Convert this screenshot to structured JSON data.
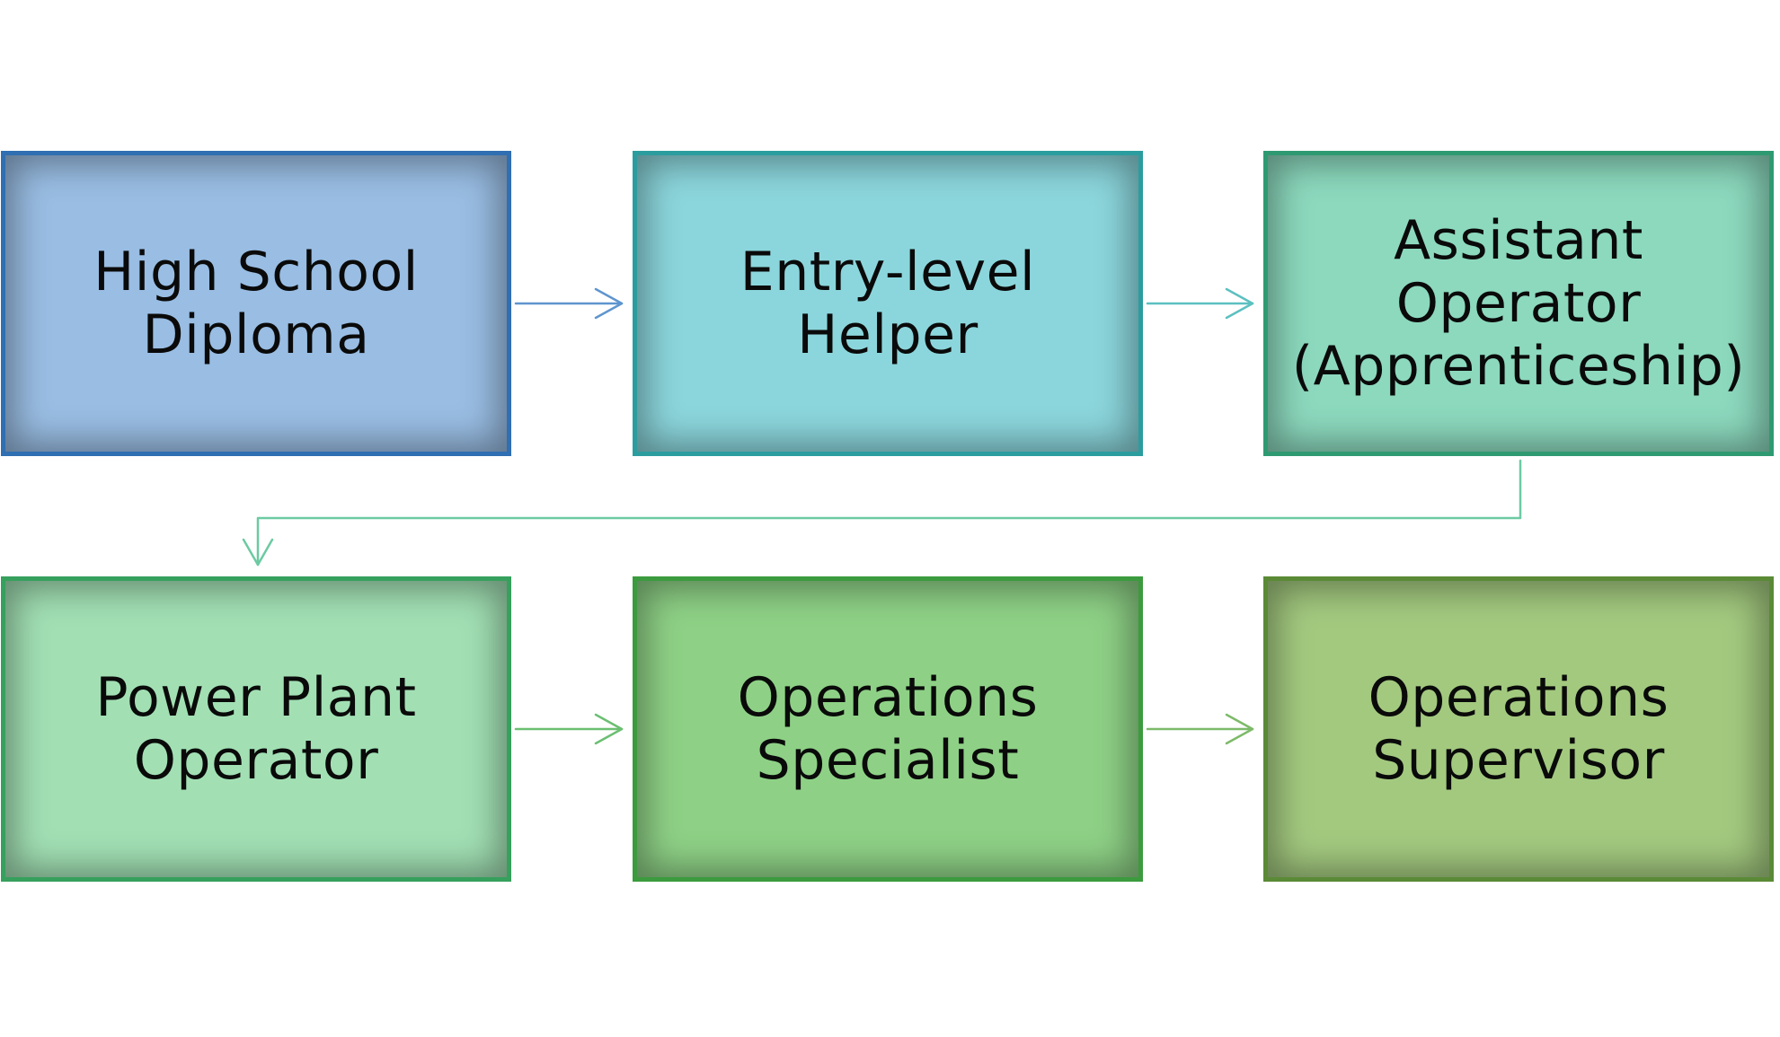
{
  "diagram": {
    "nodes": [
      {
        "id": "n1",
        "label": "High School\nDiploma",
        "fill": "#99bde3",
        "border": "#2f6fb2"
      },
      {
        "id": "n2",
        "label": "Entry-level\nHelper",
        "fill": "#8bd6dc",
        "border": "#2b9d9f"
      },
      {
        "id": "n3",
        "label": "Assistant\nOperator\n(Apprenticeship)",
        "fill": "#8cd9be",
        "border": "#2f9a72"
      },
      {
        "id": "n4",
        "label": "Power Plant\nOperator",
        "fill": "#a2e0b4",
        "border": "#36a05d"
      },
      {
        "id": "n5",
        "label": "Operations\nSpecialist",
        "fill": "#8ed186",
        "border": "#3b9b3e"
      },
      {
        "id": "n6",
        "label": "Operations\nSupervisor",
        "fill": "#a3c97f",
        "border": "#5a8a36"
      }
    ],
    "edges": [
      {
        "from": "n1",
        "to": "n2",
        "color": "#5f95cf"
      },
      {
        "from": "n2",
        "to": "n3",
        "color": "#5cc0c0"
      },
      {
        "from": "n3",
        "to": "n4",
        "color": "#6ccaa2"
      },
      {
        "from": "n4",
        "to": "n5",
        "color": "#6bbf72"
      },
      {
        "from": "n5",
        "to": "n6",
        "color": "#7dba6a"
      }
    ]
  }
}
